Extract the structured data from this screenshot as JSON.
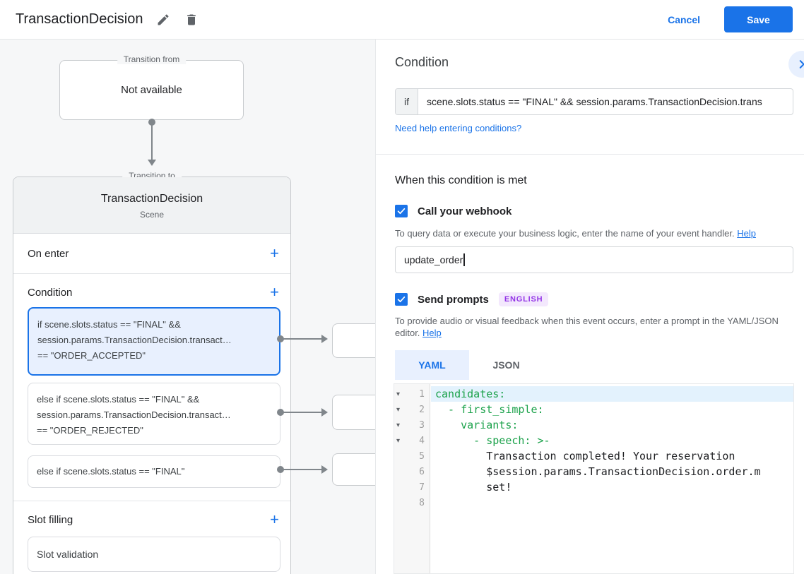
{
  "colors": {
    "accent": "#1a73e8",
    "selected_bg": "#e8f0fe",
    "code_key_green": "#1ca24b",
    "badge_bg": "#f3e8fd",
    "badge_text": "#9334e6"
  },
  "icons": {
    "add": "+",
    "fold": "▾",
    "edit": "pencil",
    "delete": "trash-can",
    "chevron": "chevron-right",
    "checkmark": "check"
  },
  "topbar": {
    "title": "TransactionDecision",
    "cancel_label": "Cancel",
    "save_label": "Save"
  },
  "canvas": {
    "transition_from": {
      "legend": "Transition from",
      "content": "Not available"
    },
    "transition_to": {
      "legend": "Transition to",
      "title": "TransactionDecision",
      "subtitle": "Scene",
      "on_enter_label": "On enter",
      "condition_label": "Condition",
      "conditions": [
        {
          "selected": true,
          "lines": [
            "if scene.slots.status == \"FINAL\" &&",
            "session.params.TransactionDecision.transact…",
            "== \"ORDER_ACCEPTED\""
          ]
        },
        {
          "selected": false,
          "lines": [
            "else if scene.slots.status == \"FINAL\" &&",
            "session.params.TransactionDecision.transact…",
            "== \"ORDER_REJECTED\""
          ]
        },
        {
          "selected": false,
          "lines": [
            "else if scene.slots.status == \"FINAL\""
          ]
        }
      ],
      "slot_filling_label": "Slot filling",
      "slot_validation_label": "Slot validation"
    }
  },
  "panel": {
    "title": "Condition",
    "condition_prefix": "if",
    "condition_value": "scene.slots.status == \"FINAL\" && session.params.TransactionDecision.trans",
    "help_link": "Need help entering conditions?",
    "when_met_heading": "When this condition is met",
    "webhook": {
      "label": "Call your webhook",
      "checked": true,
      "helper": "To query data or execute your business logic, enter the name of your event handler.",
      "helper_link": "Help",
      "value": "update_order"
    },
    "prompts": {
      "label": "Send prompts",
      "badge": "ENGLISH",
      "checked": true,
      "helper": "To provide audio or visual feedback when this event occurs, enter a prompt in the YAML/JSON editor.",
      "helper_link": "Help"
    },
    "tabs": {
      "yaml": "YAML",
      "json": "JSON"
    },
    "editor": {
      "line_numbers": [
        "1",
        "2",
        "3",
        "4",
        "5",
        "6",
        "7",
        "8"
      ],
      "lines": [
        {
          "text": "candidates:"
        },
        {
          "text": "  - first_simple:"
        },
        {
          "text": "    variants:"
        },
        {
          "text": "      - speech: >-"
        },
        {
          "text": "        Transaction completed! Your reservation"
        },
        {
          "text": "        $session.params.TransactionDecision.order.m"
        },
        {
          "text": "        set!"
        },
        {
          "text": ""
        }
      ]
    }
  }
}
